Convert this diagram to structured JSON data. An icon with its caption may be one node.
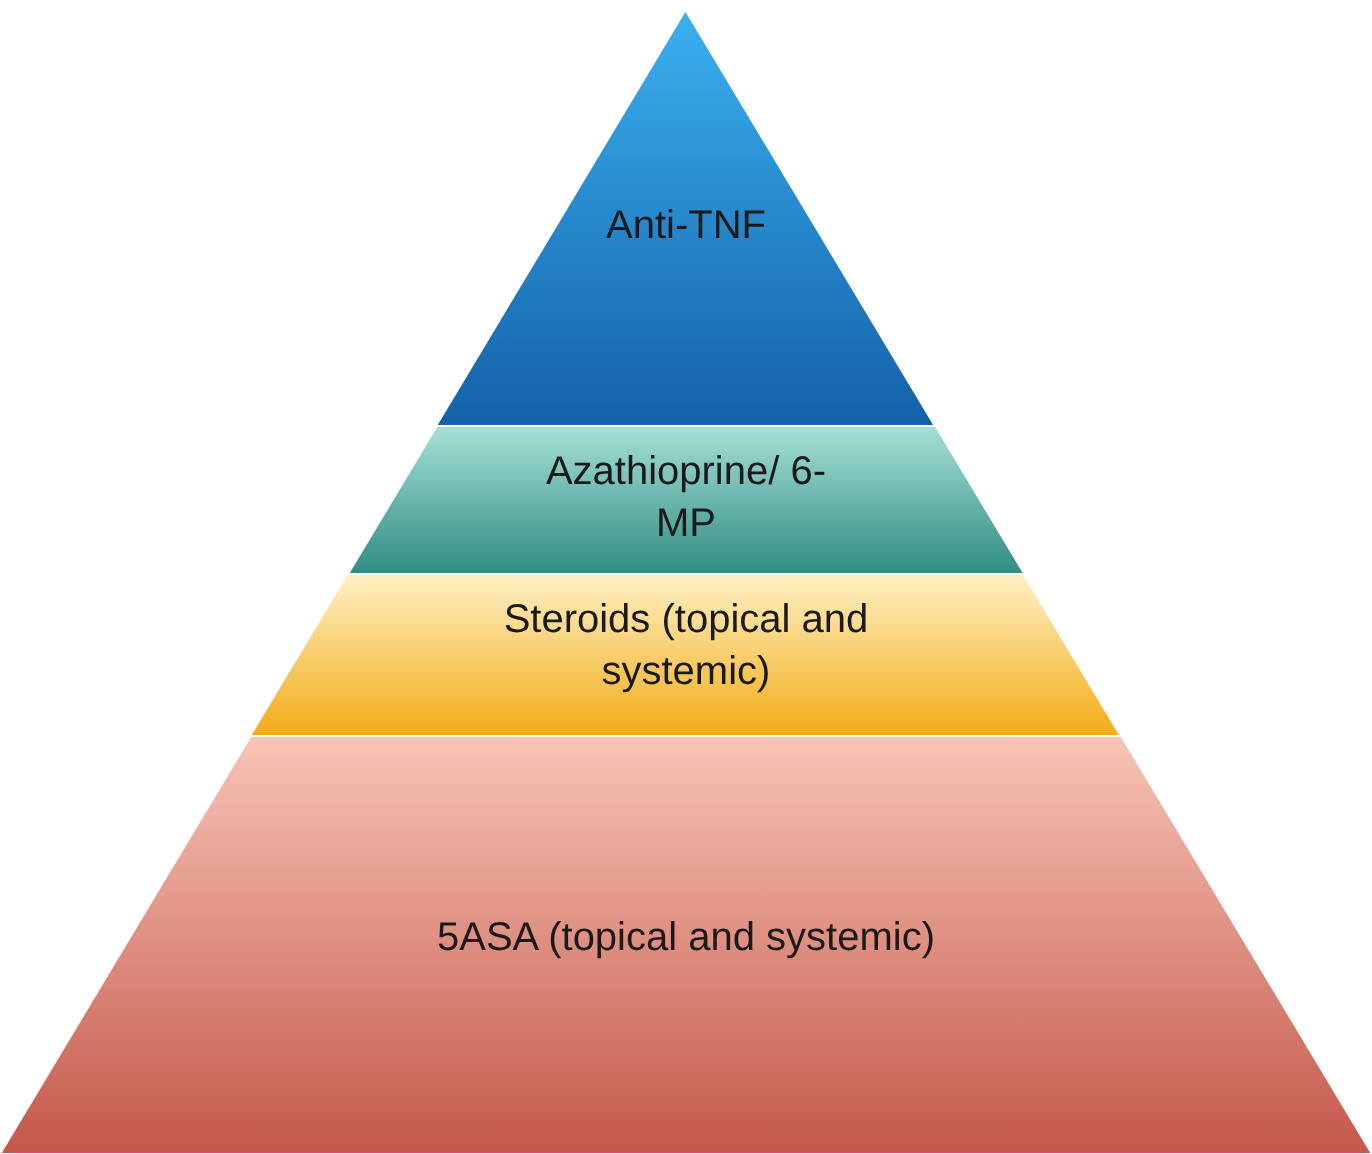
{
  "diagram": {
    "nodes": [
      {
        "text": [
          "Anti-TNF"
        ]
      },
      {
        "text": [
          "Azathioprine/ 6-MP"
        ]
      },
      {
        "text": [
          "Steroids (topical and systemic)"
        ]
      },
      {
        "text": [
          "5ASA (topical and systemic)"
        ]
      }
    ]
  }
}
